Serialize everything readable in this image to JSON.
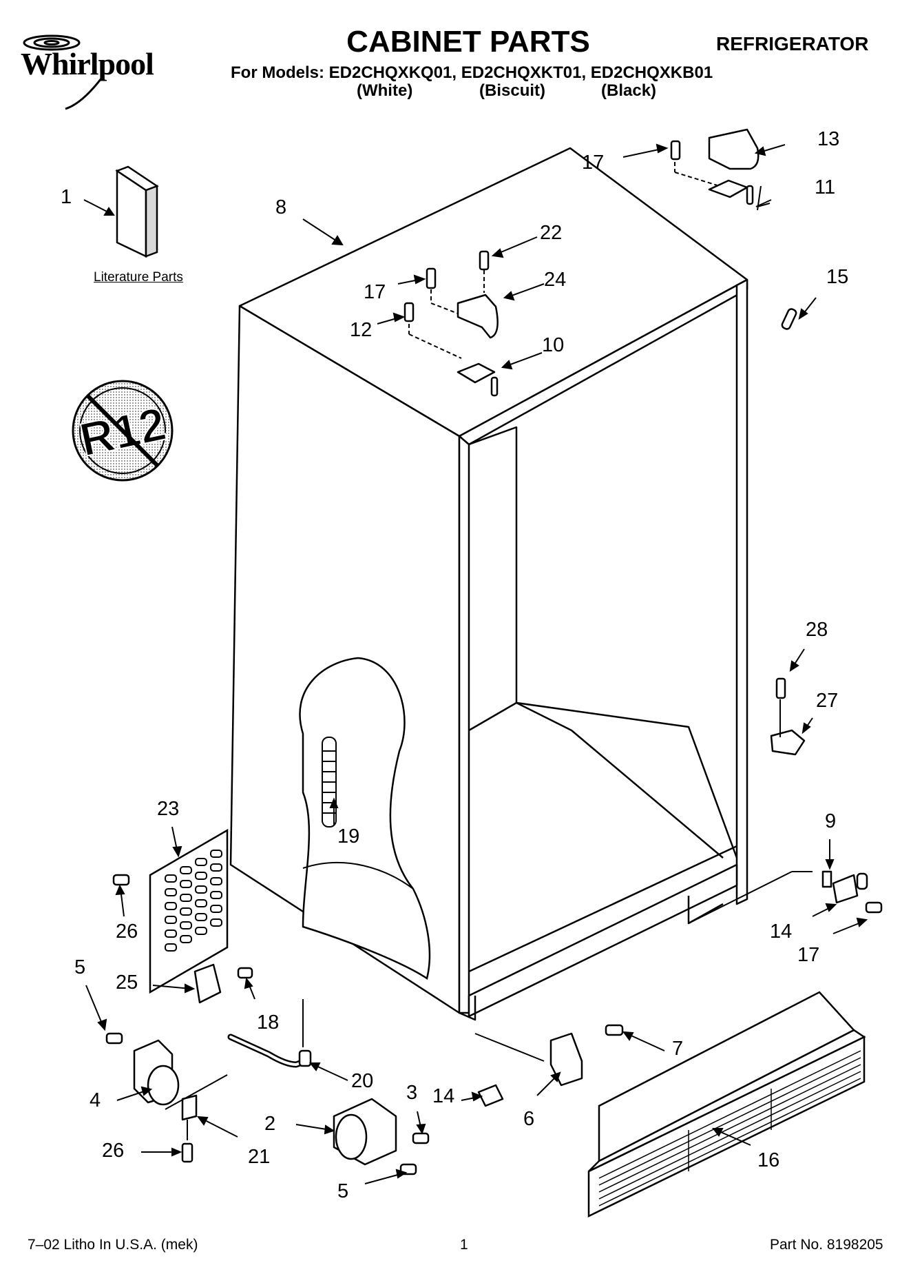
{
  "brand": {
    "name": "Whirlpool"
  },
  "header": {
    "title": "CABINET PARTS",
    "category": "REFRIGERATOR",
    "models_line": "For Models: ED2CHQXKQ01, ED2CHQXKT01, ED2CHQXKB01",
    "variants": [
      "(White)",
      "(Biscuit)",
      "(Black)"
    ]
  },
  "literature_label": "Literature Parts",
  "no_r12_symbol": {
    "icon": "no-r12-icon",
    "text": "R12"
  },
  "callouts": [
    "1",
    "8",
    "17",
    "13",
    "11",
    "22",
    "24",
    "17",
    "12",
    "10",
    "15",
    "28",
    "27",
    "23",
    "19",
    "9",
    "26",
    "14",
    "17",
    "5",
    "25",
    "18",
    "7",
    "20",
    "3",
    "4",
    "14",
    "2",
    "6",
    "26",
    "21",
    "16",
    "5"
  ],
  "footer": {
    "left": "7–02 Litho In U.S.A. (mek)",
    "center": "1",
    "right": "Part No. 8198205"
  },
  "colors": {
    "ink": "#000000",
    "paper": "#ffffff",
    "shade": "#d9d9d9"
  }
}
